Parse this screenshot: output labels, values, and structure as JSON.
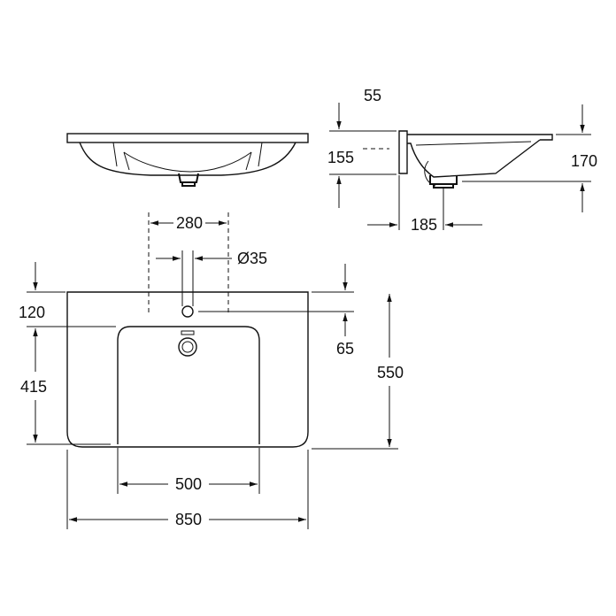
{
  "dimensions": {
    "front_depth_top": "55",
    "side_height": "155",
    "overall_height": "170",
    "side_offset": "185",
    "tap_spacing": "280",
    "tap_hole_diameter": "Ø35",
    "rim_to_bowl": "120",
    "rim_to_tap": "65",
    "bowl_length": "415",
    "overall_depth": "550",
    "bowl_width": "500",
    "overall_width": "850"
  }
}
